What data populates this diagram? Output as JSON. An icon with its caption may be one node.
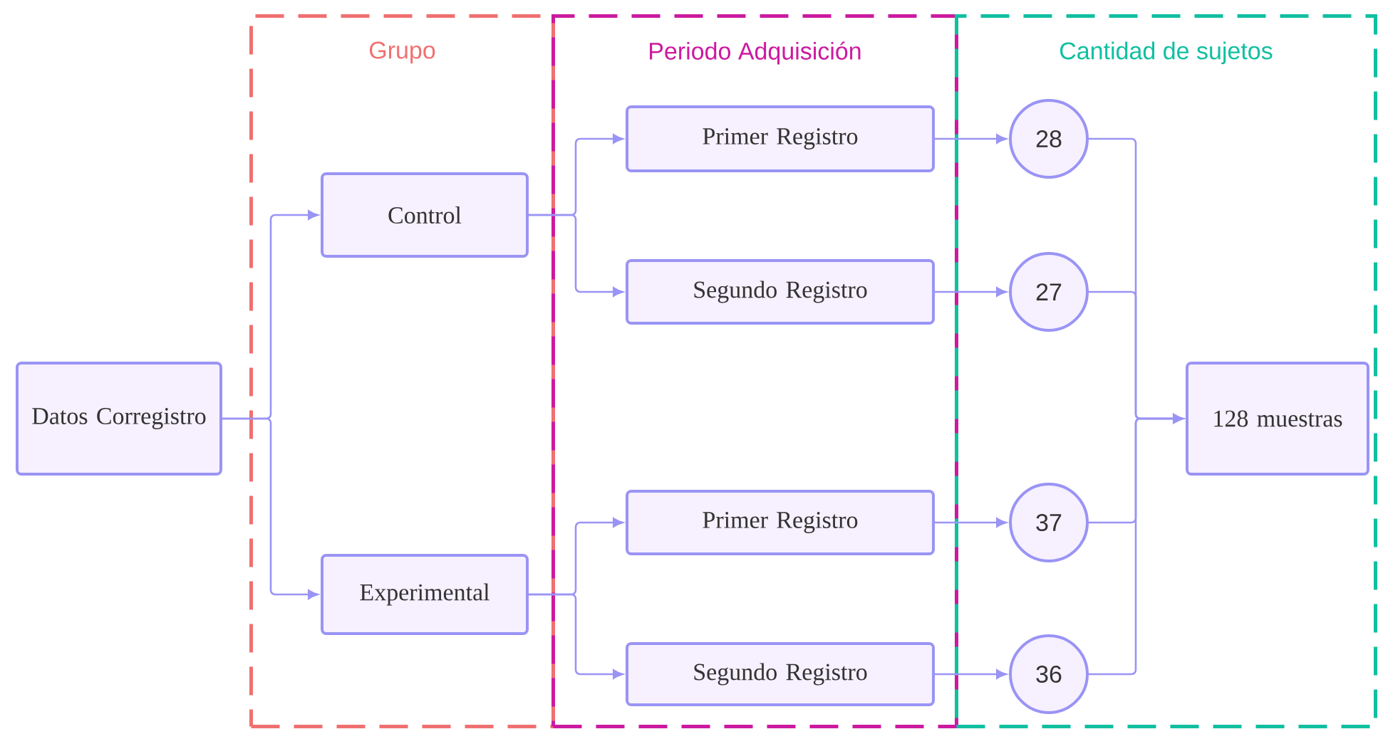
{
  "diagram": {
    "nodes": [
      {
        "text": [
          "Grupo"
        ]
      },
      {
        "text": [
          "Periodo Adquisición"
        ]
      },
      {
        "text": [
          "Cantidad de sujetos"
        ]
      },
      {
        "text": [
          "Datos Corregistro"
        ]
      },
      {
        "text": [
          "Control"
        ],
        "in": 0
      },
      {
        "text": [
          "Experimental"
        ],
        "in": 0
      },
      {
        "text": [
          "Primer Registro"
        ],
        "in": 1
      },
      {
        "text": [
          "Segundo Registro"
        ],
        "in": 1
      },
      {
        "text": [
          "Primer Registro"
        ],
        "in": 1
      },
      {
        "text": [
          "Segundo Registro"
        ],
        "in": 1
      },
      {
        "text": [
          "28"
        ],
        "in": 2
      },
      {
        "text": [
          "27"
        ],
        "in": 2
      },
      {
        "text": [
          "37"
        ],
        "in": 2
      },
      {
        "text": [
          "36"
        ],
        "in": 2
      },
      {
        "text": [
          "128 muestras"
        ],
        "in": 2
      }
    ],
    "edges": [
      {
        "from": 3,
        "to": 4,
        "arrow": "to"
      },
      {
        "from": 3,
        "to": 5,
        "arrow": "to"
      },
      {
        "from": 4,
        "to": 6,
        "arrow": "to"
      },
      {
        "from": 4,
        "to": 7,
        "arrow": "to"
      },
      {
        "from": 5,
        "to": 8,
        "arrow": "to"
      },
      {
        "from": 5,
        "to": 9,
        "arrow": "to"
      },
      {
        "from": 6,
        "to": 10,
        "arrow": "to"
      },
      {
        "from": 7,
        "to": 11,
        "arrow": "to"
      },
      {
        "from": 8,
        "to": 12,
        "arrow": "to"
      },
      {
        "from": 9,
        "to": 13,
        "arrow": "to"
      },
      {
        "from": 10,
        "to": 14,
        "arrow": "to"
      },
      {
        "from": 11,
        "to": 14,
        "arrow": "to"
      },
      {
        "from": 12,
        "to": 14,
        "arrow": "to"
      },
      {
        "from": 13,
        "to": 14,
        "arrow": "to"
      }
    ]
  }
}
